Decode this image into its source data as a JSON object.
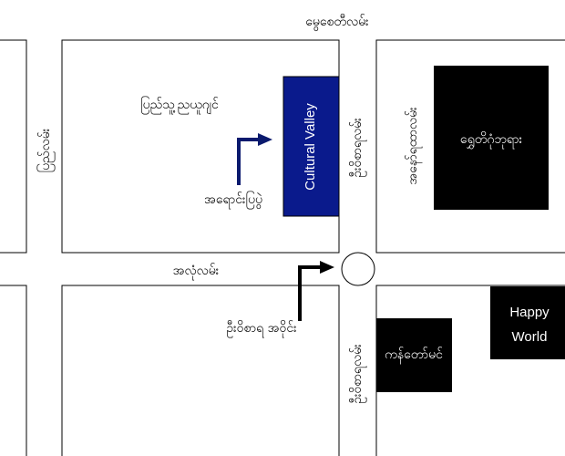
{
  "roads": {
    "top": "မွေစေတီလမ်း",
    "left_vertical": "ပြည်လမ်း",
    "middle_horizontal": "အလုံလမ်း",
    "right_vertical_upper": "ဦးဝိစာရလမ်း",
    "right_vertical_lower": "ဦးဝိစာရလမ်း",
    "right_side_upper": "အနော်ရထာလမ်း"
  },
  "labels": {
    "museum_area": "ပြည်သူ့ညယူဂျင်",
    "exhibition": "အရောင်းပြပွဲ",
    "uwizara_junction": "ဦးဝိစာရ အဝိုင်း"
  },
  "buildings": {
    "cultural_valley": "Cultural Valley",
    "shwe_building": "ရွှေတိဂုံဘုရား",
    "kandawmin": "ကန်တော်မင်",
    "happy_world_line1": "Happy",
    "happy_world_line2": "World"
  },
  "colors": {
    "cultural_valley_fill": "#0a1a8c",
    "building_fill": "#000000",
    "arrow_color": "#0a1a6e",
    "road_outline": "#000000"
  }
}
